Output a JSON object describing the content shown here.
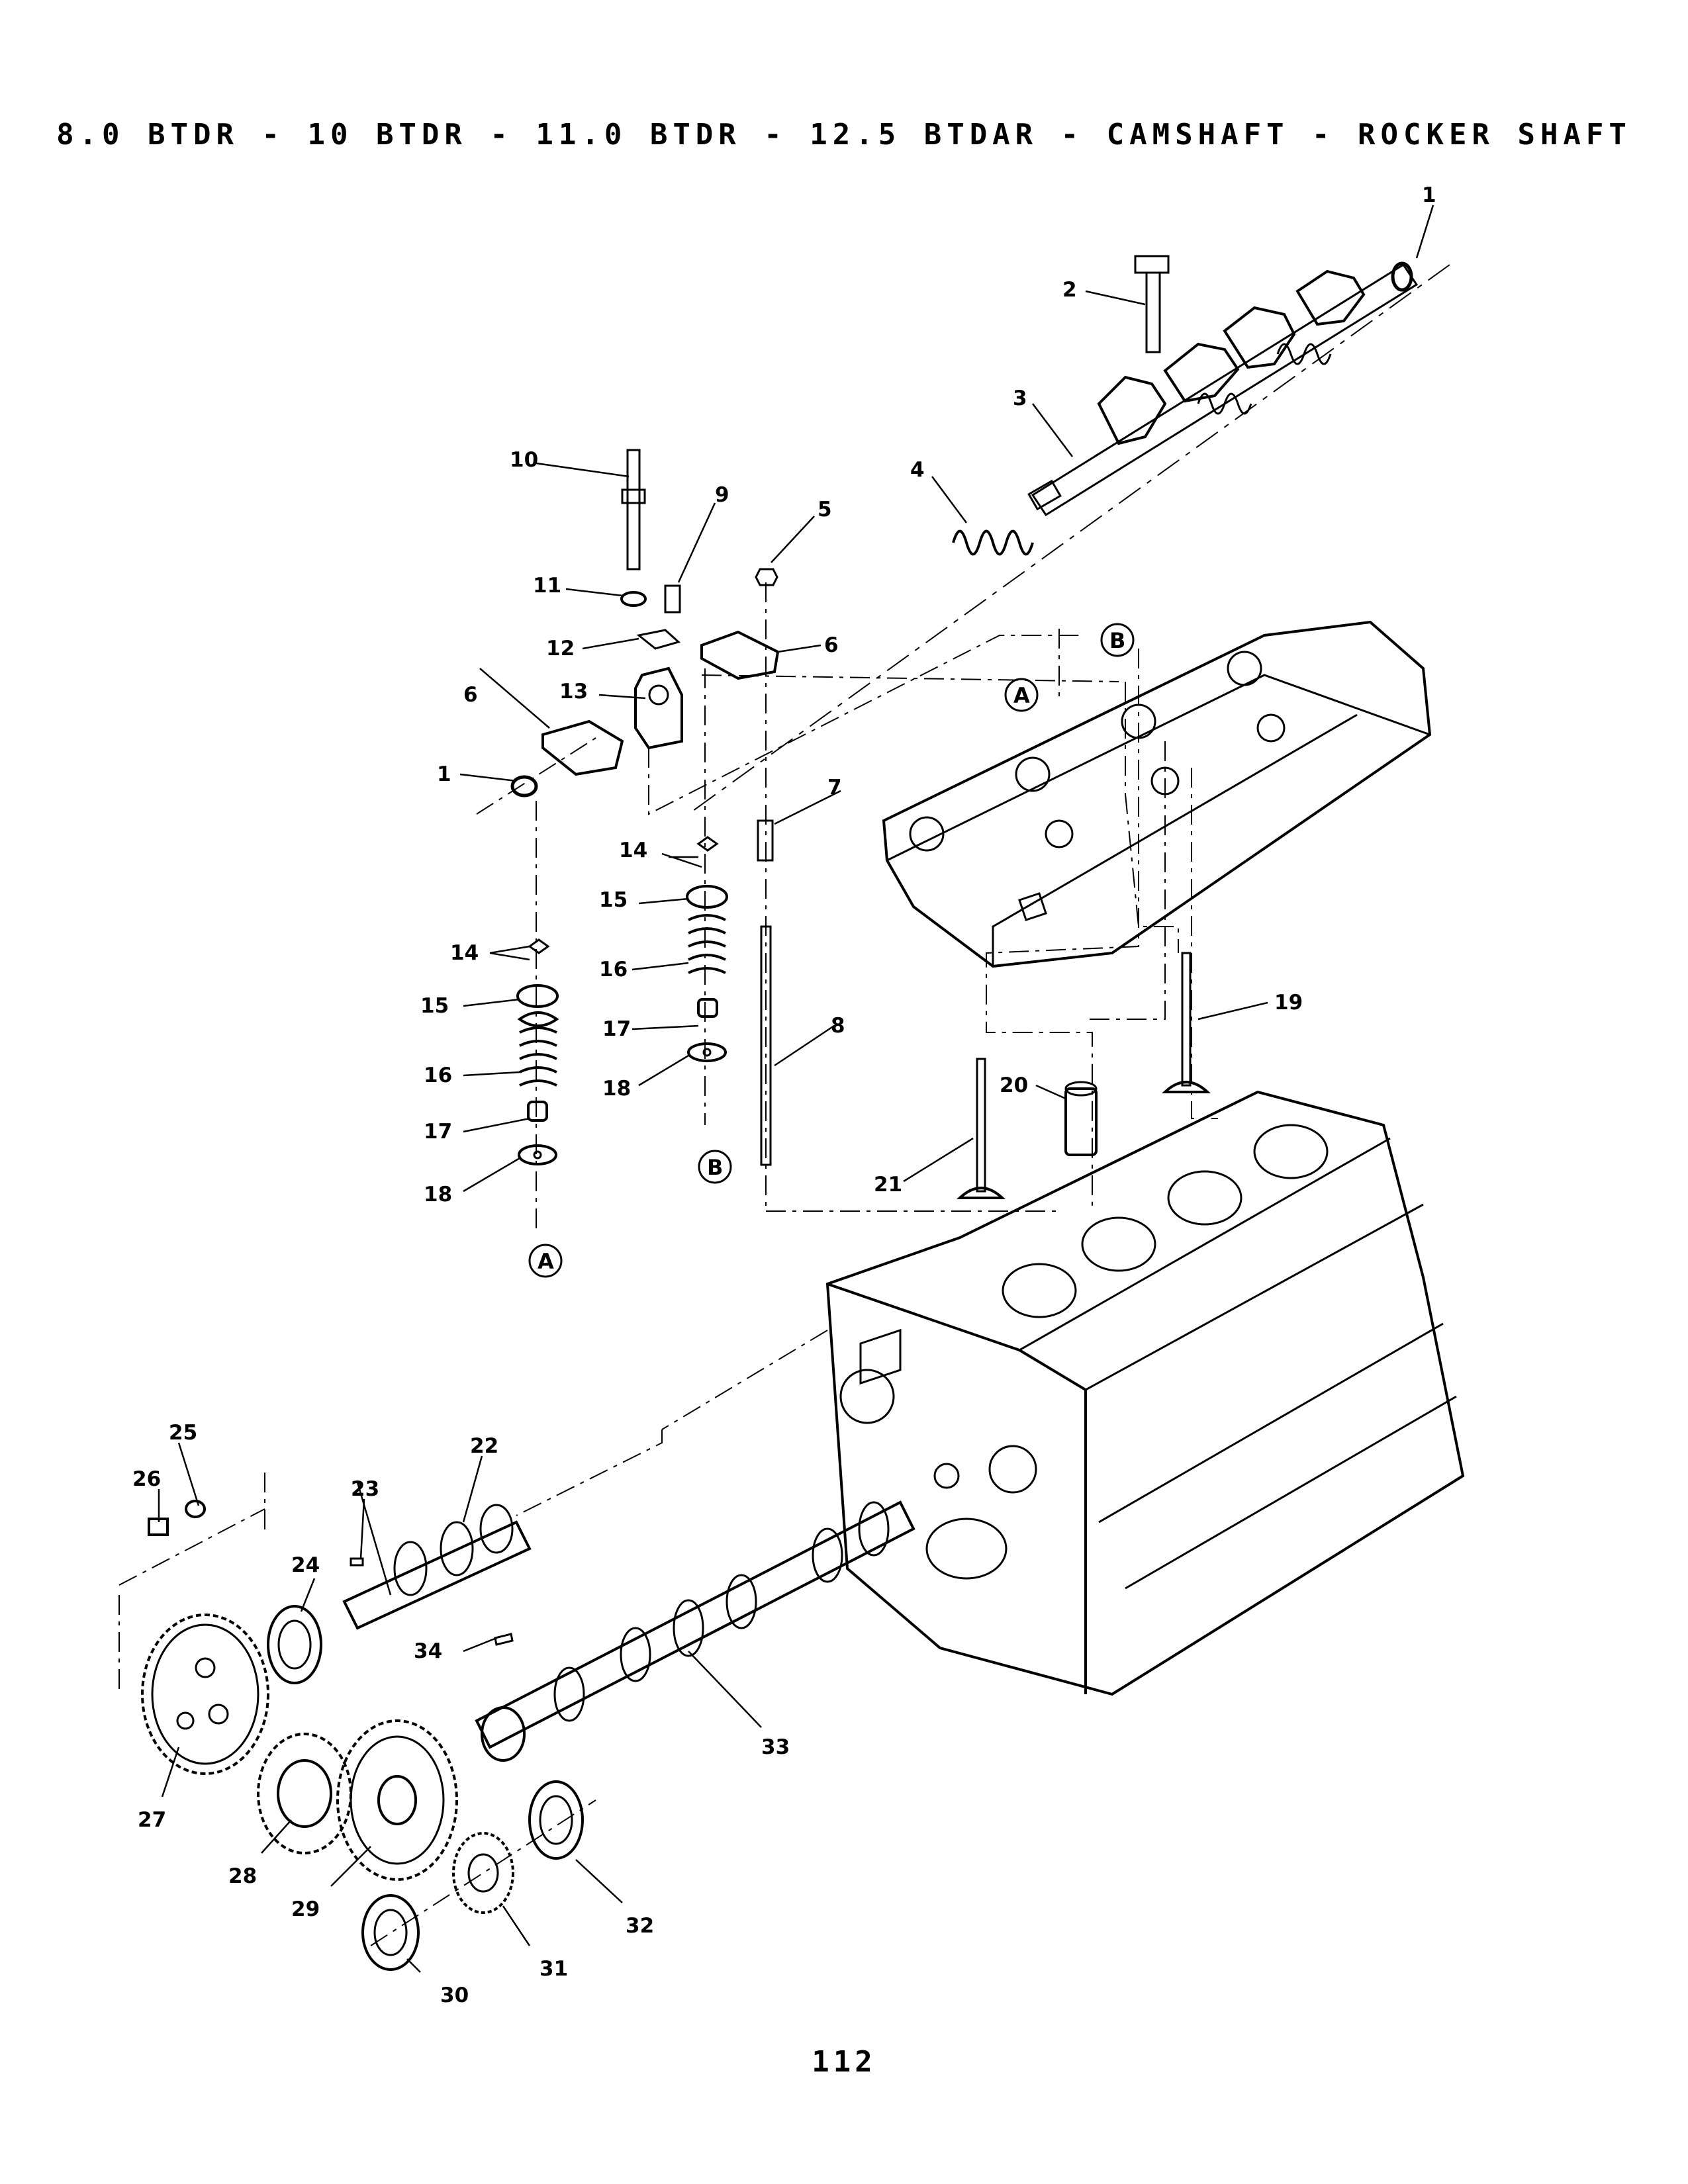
{
  "title": "8.0 BTDR - 10 BTDR - 11.0 BTDR - 12.5 BTDAR - CAMSHAFT - ROCKER SHAFT",
  "page_number": "112",
  "callouts": [
    "1",
    "2",
    "3",
    "4",
    "5",
    "6",
    "7",
    "8",
    "9",
    "10",
    "11",
    "12",
    "13",
    "14",
    "15",
    "16",
    "17",
    "18",
    "19",
    "20",
    "21",
    "22",
    "23",
    "24",
    "25",
    "26",
    "27",
    "28",
    "29",
    "30",
    "31",
    "32",
    "33",
    "34"
  ],
  "reference_markers": [
    "A",
    "B"
  ]
}
